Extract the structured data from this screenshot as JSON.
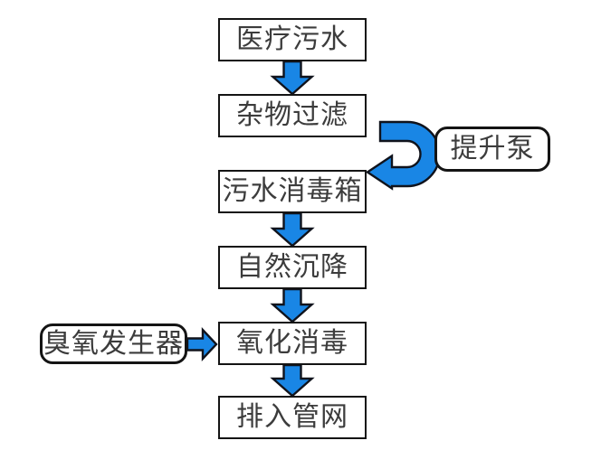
{
  "diagram": {
    "type": "flowchart",
    "background": "#ffffff",
    "colors": {
      "arrow_fill": "#1986e5",
      "arrow_stroke": "#10131c",
      "box_border": "#141414",
      "text": "#3c3c3c",
      "background": "#ffffff"
    },
    "nodes": [
      {
        "id": "medical-sewage",
        "label": "医疗污水",
        "shape": "rect"
      },
      {
        "id": "debris-filtration",
        "label": "杂物过滤",
        "shape": "rect"
      },
      {
        "id": "sewage-disinfection-tank",
        "label": "污水消毒箱",
        "shape": "rect"
      },
      {
        "id": "natural-sedimentation",
        "label": "自然沉降",
        "shape": "rect"
      },
      {
        "id": "oxidation-disinfection",
        "label": "氧化消毒",
        "shape": "rect"
      },
      {
        "id": "discharge-to-pipe-network",
        "label": "排入管网",
        "shape": "rect"
      },
      {
        "id": "lift-pump",
        "label": "提升泵",
        "shape": "rounded-rect"
      },
      {
        "id": "ozone-generator",
        "label": "臭氧发生器",
        "shape": "rounded-rect"
      }
    ],
    "edges": [
      {
        "from": "医疗污水",
        "to": "杂物过滤",
        "style": "block-arrow-down"
      },
      {
        "from": "杂物过滤",
        "to": "污水消毒箱",
        "style": "u-turn-block-arrow",
        "adjacent_node": "提升泵"
      },
      {
        "from": "污水消毒箱",
        "to": "自然沉降",
        "style": "block-arrow-down"
      },
      {
        "from": "自然沉降",
        "to": "氧化消毒",
        "style": "block-arrow-down"
      },
      {
        "from": "臭氧发生器",
        "to": "氧化消毒",
        "style": "block-arrow-right"
      },
      {
        "from": "氧化消毒",
        "to": "排入管网",
        "style": "block-arrow-down"
      }
    ]
  }
}
